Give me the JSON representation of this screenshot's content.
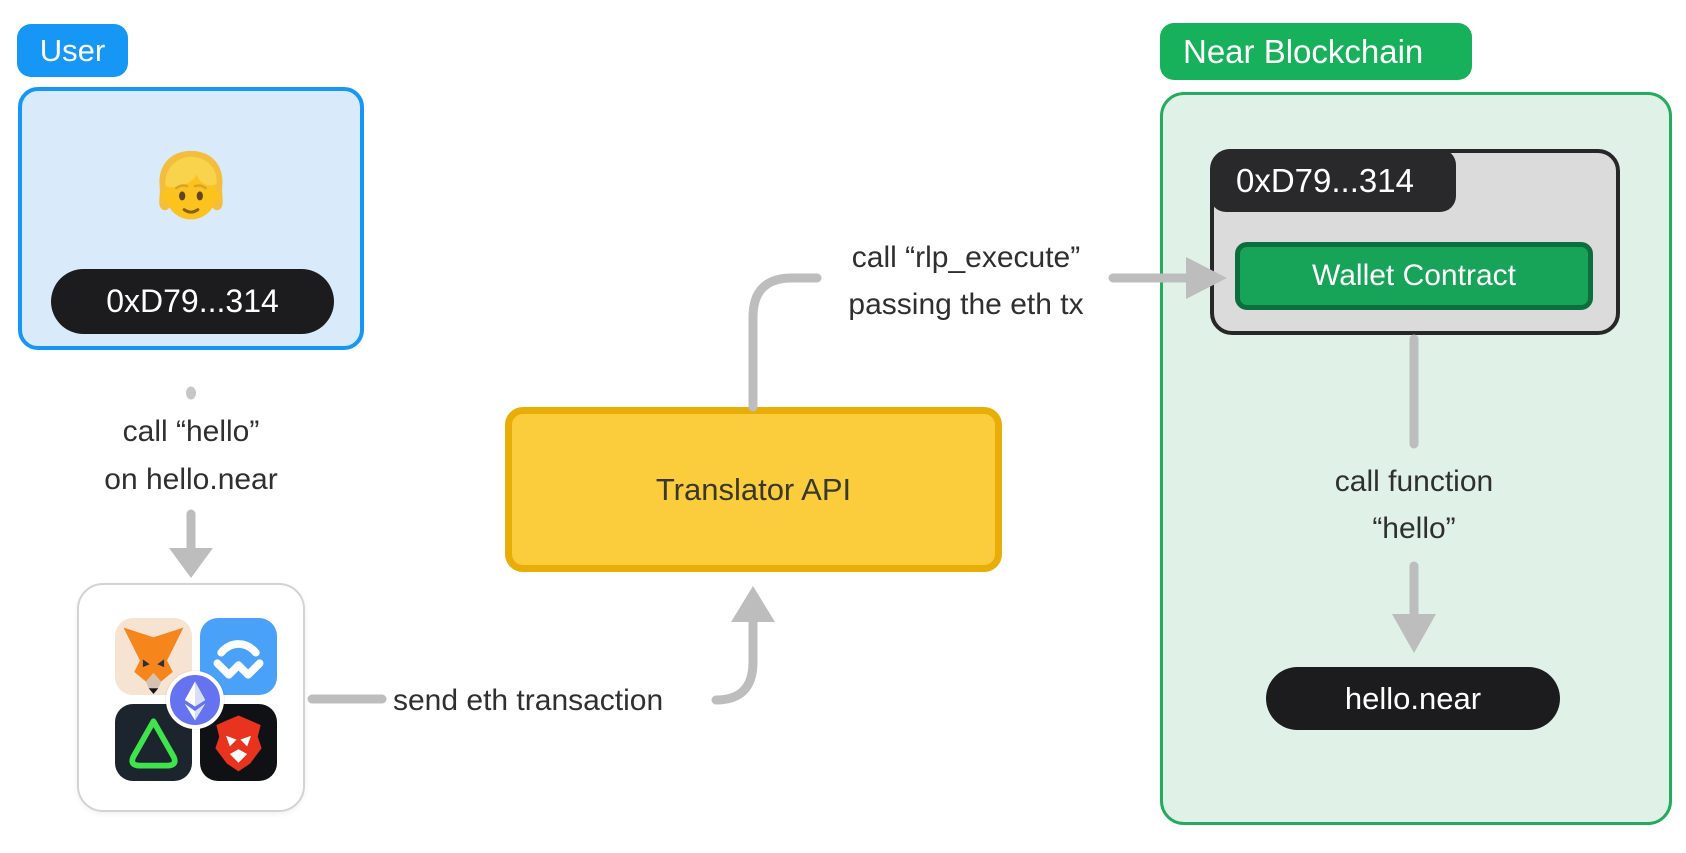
{
  "user": {
    "badge": "User",
    "address": "0xD79...314",
    "action_line1": "call “hello”",
    "action_line2": "on hello.near"
  },
  "wallets": {
    "icons": [
      "metamask-icon",
      "walletconnect-icon",
      "ethereum-icon",
      "triangle-wallet-icon",
      "brave-icon"
    ]
  },
  "translator": {
    "title": "Translator API",
    "send_label": "send eth transaction",
    "call_line1": "call “rlp_execute”",
    "call_line2": "passing the eth tx"
  },
  "near": {
    "badge": "Near Blockchain",
    "address": "0xD79...314",
    "contract_label": "Wallet Contract",
    "call_line1": "call function",
    "call_line2": "“hello”",
    "target": "hello.near"
  },
  "colors": {
    "user_accent": "#1697F6",
    "user_box_fill": "#D9EBFB",
    "near_badge": "#18B15B",
    "near_box_fill": "#E0F2E7",
    "near_box_border": "#25AB5D",
    "contract_fill": "#17A358",
    "contract_border": "#0C6E3C",
    "translator_fill": "#FBCC3C",
    "translator_border": "#E9AD07",
    "pill_bg": "#1C1C1E",
    "gray_box_fill": "#DBDBDB",
    "arrow_gray": "#BDBDBD"
  }
}
